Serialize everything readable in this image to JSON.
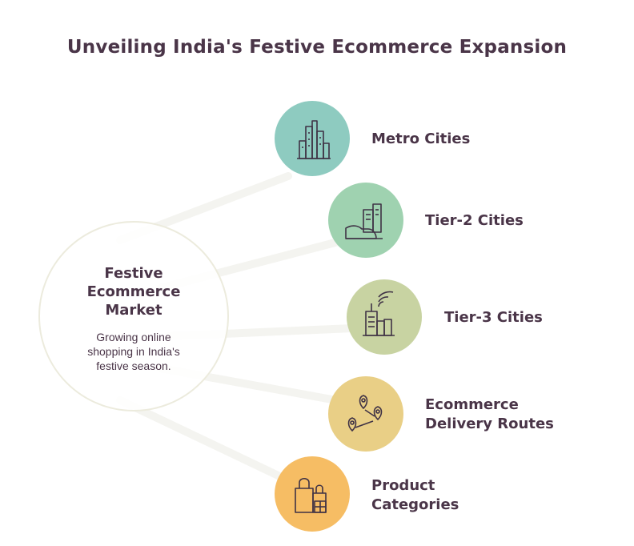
{
  "title": "Unveiling India's Festive Ecommerce Expansion",
  "center": {
    "title": "Festive\nEcommerce\nMarket",
    "description": "Growing online\nshopping in India's\nfestive season."
  },
  "nodes": [
    {
      "label": "Metro Cities",
      "icon": "city-skyline-icon",
      "color": "#8ecbc0"
    },
    {
      "label": "Tier-2 Cities",
      "icon": "buildings-icon",
      "color": "#9fd2b0"
    },
    {
      "label": "Tier-3 Cities",
      "icon": "tower-signal-icon",
      "color": "#c8d3a2"
    },
    {
      "label": "Ecommerce\nDelivery Routes",
      "icon": "map-pins-icon",
      "color": "#e9cf86"
    },
    {
      "label": "Product\nCategories",
      "icon": "shopping-bags-icon",
      "color": "#f6bd64"
    }
  ]
}
